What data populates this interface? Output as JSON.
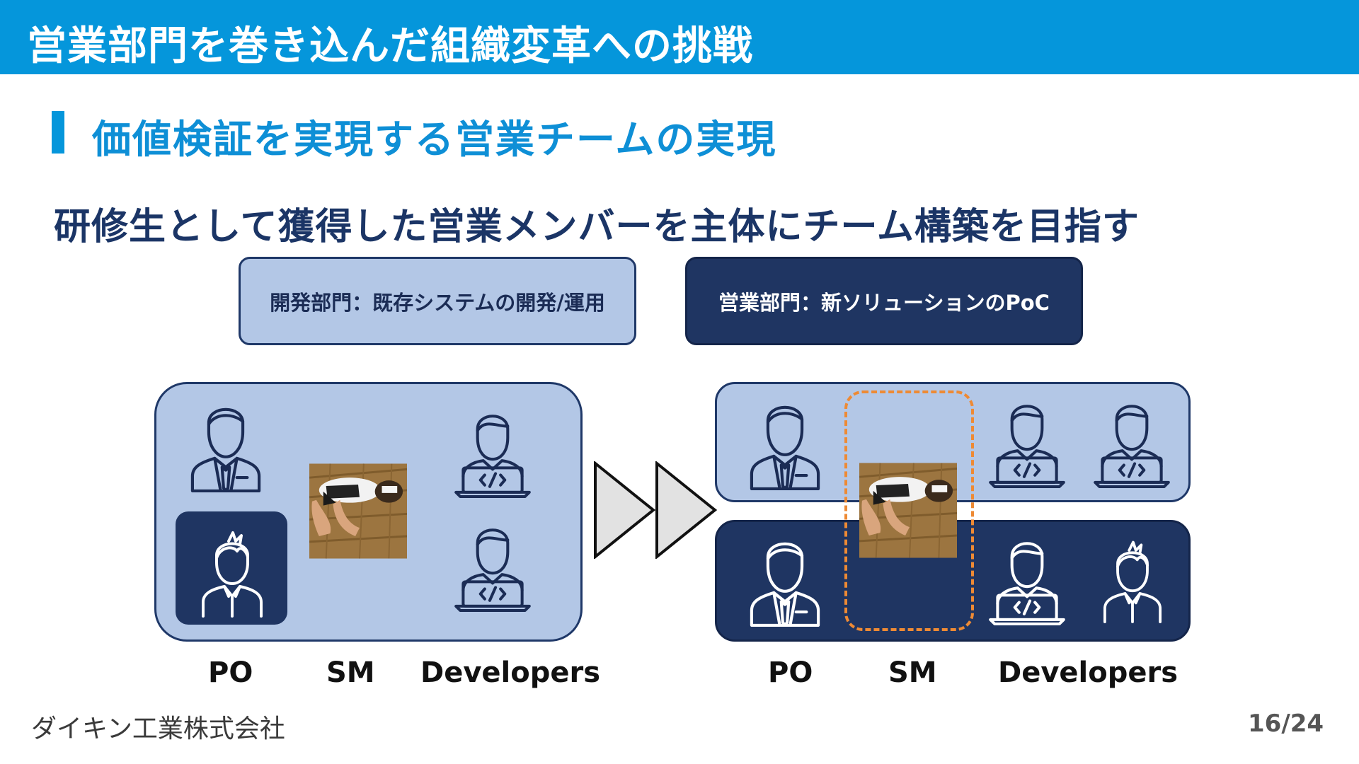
{
  "slide": {
    "title": "営業部門を巻き込んだ組織変革への挑戦",
    "section_heading": "価値検証を実現する営業チームの実現",
    "sub_heading": "研修生として獲得した営業メンバーを主体にチーム構築を目指す"
  },
  "departments": {
    "dev": "開発部門：既存システムの開発/運用",
    "sales": "営業部門：新ソリューションのPoC"
  },
  "before": {
    "labels": {
      "po": "PO",
      "sm": "SM",
      "developers": "Developers"
    }
  },
  "after": {
    "labels": {
      "po": "PO",
      "sm": "SM",
      "developers": "Developers"
    }
  },
  "colors": {
    "header_blue": "#0596db",
    "light_team": "#b3c7e6",
    "dark_team": "#1f3562",
    "sm_frame": "#ee8a34"
  },
  "icons": [
    "businessman-icon",
    "developer-laptop-icon",
    "young-person-icon",
    "photo-person-lying-on-floor"
  ],
  "footer": {
    "company": "ダイキン工業株式会社",
    "page": "16/24"
  }
}
